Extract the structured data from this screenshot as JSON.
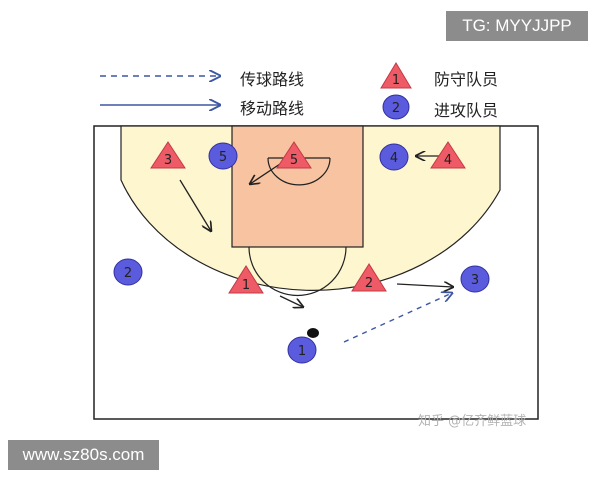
{
  "header_tag": "TG: MYYJJPP",
  "site_label": "www.sz80s.com",
  "credit": "知乎 @亿齐鲜蓝球",
  "legend": {
    "pass_route": "传球路线",
    "move_route": "移动路线",
    "defender": "防守队员",
    "defender_symbol": "1",
    "attacker": "进攻队员",
    "attacker_symbol": "2"
  },
  "defenders": [
    "3",
    "5",
    "4",
    "1",
    "2"
  ],
  "attackers": [
    "5",
    "4",
    "2",
    "3",
    "1"
  ],
  "colors": {
    "court_fill": "#fdf6cf",
    "paint_fill": "#f7c3a1",
    "triangle_fill": "#ef5a67",
    "circle_fill": "#5b5bde",
    "arrow": "#3d57a3",
    "line": "#222222"
  }
}
